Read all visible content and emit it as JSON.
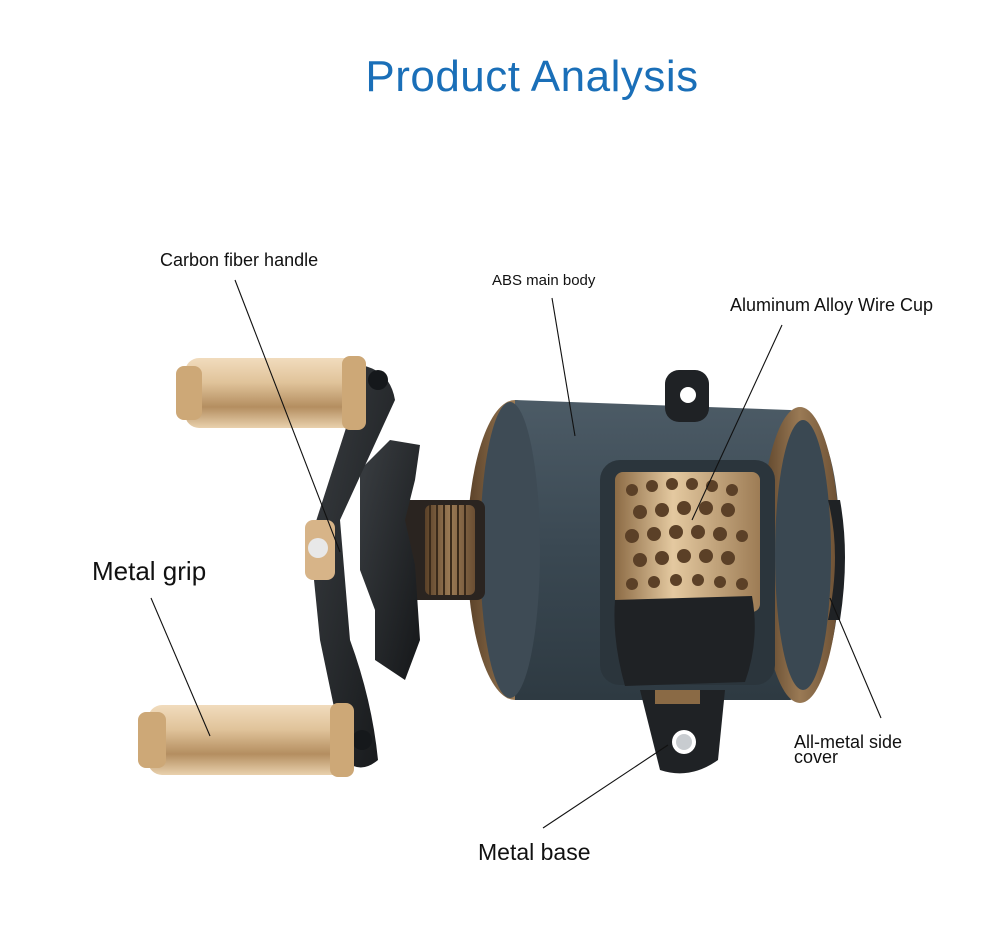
{
  "title": "Product Analysis",
  "colors": {
    "title": "#1a6fb8",
    "body": "#3a4852",
    "bronze": "#8a6a45",
    "gold": "#d8ba8e",
    "black": "#1f2225",
    "leader": "#111111"
  },
  "labels": {
    "carbon_handle": "Carbon fiber handle",
    "abs_body": "ABS main body",
    "wire_cup": "Aluminum Alloy Wire Cup",
    "metal_grip": "Metal grip",
    "side_cover_line1": "All-metal side",
    "side_cover_line2": "cover",
    "metal_base": "Metal base"
  }
}
